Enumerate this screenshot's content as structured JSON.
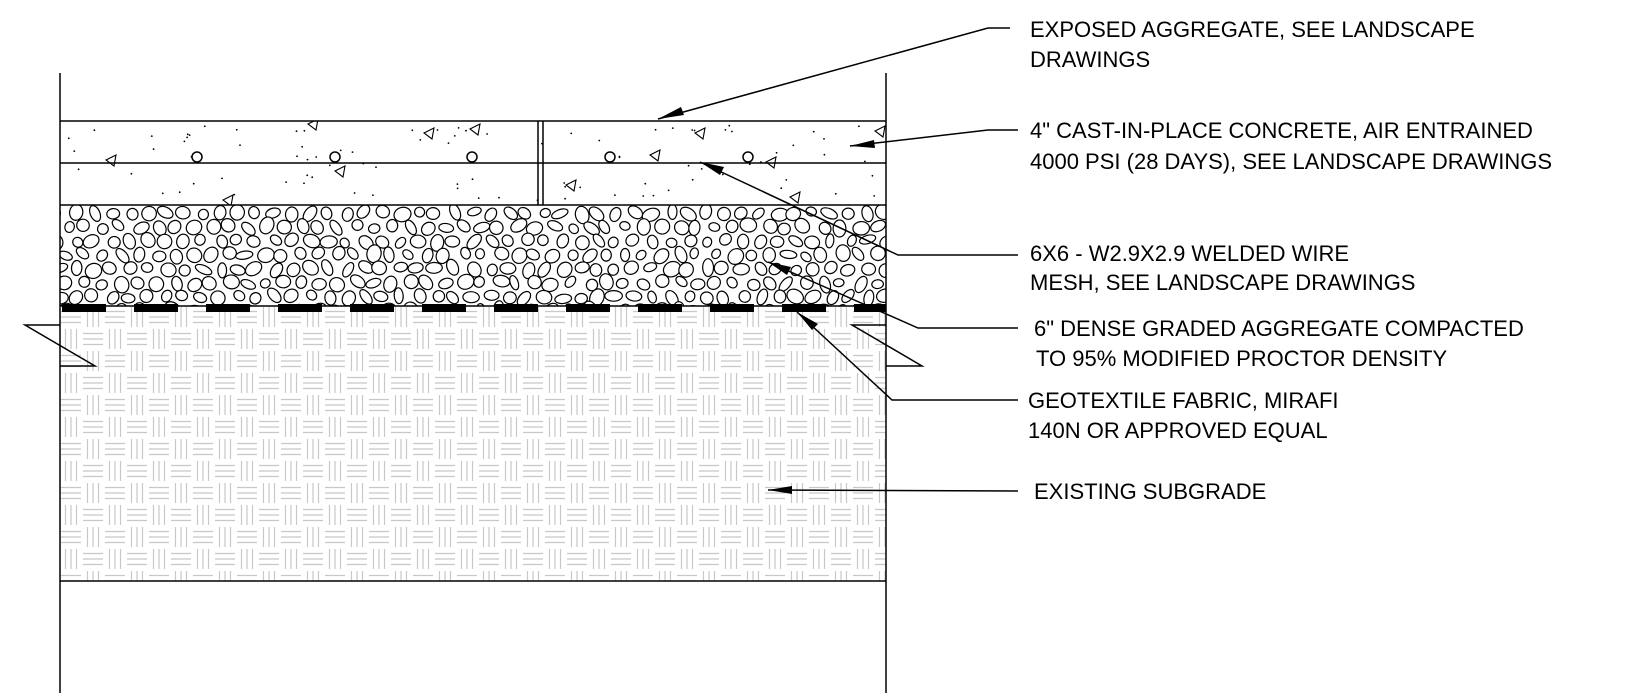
{
  "colors": {
    "line": "#000000",
    "subgrade_hatch": "#c8c8c8",
    "background": "#ffffff"
  },
  "callouts": [
    {
      "id": "exposed-aggregate",
      "lines": [
        "EXPOSED AGGREGATE, SEE LANDSCAPE",
        "DRAWINGS"
      ]
    },
    {
      "id": "cast-in-place-concrete",
      "lines": [
        "4\" CAST-IN-PLACE CONCRETE, AIR ENTRAINED",
        "4000 PSI (28 DAYS), SEE LANDSCAPE DRAWINGS"
      ]
    },
    {
      "id": "welded-wire-mesh",
      "lines": [
        "6X6 - W2.9X2.9 WELDED WIRE",
        "MESH, SEE LANDSCAPE DRAWINGS"
      ]
    },
    {
      "id": "dense-graded-aggregate",
      "lines": [
        "6\" DENSE GRADED AGGREGATE COMPACTED",
        "TO 95% MODIFIED PROCTOR DENSITY"
      ]
    },
    {
      "id": "geotextile-fabric",
      "lines": [
        "GEOTEXTILE FABRIC, MIRAFI",
        "140N OR APPROVED EQUAL"
      ]
    },
    {
      "id": "existing-subgrade",
      "lines": [
        "EXISTING SUBGRADE"
      ]
    }
  ]
}
